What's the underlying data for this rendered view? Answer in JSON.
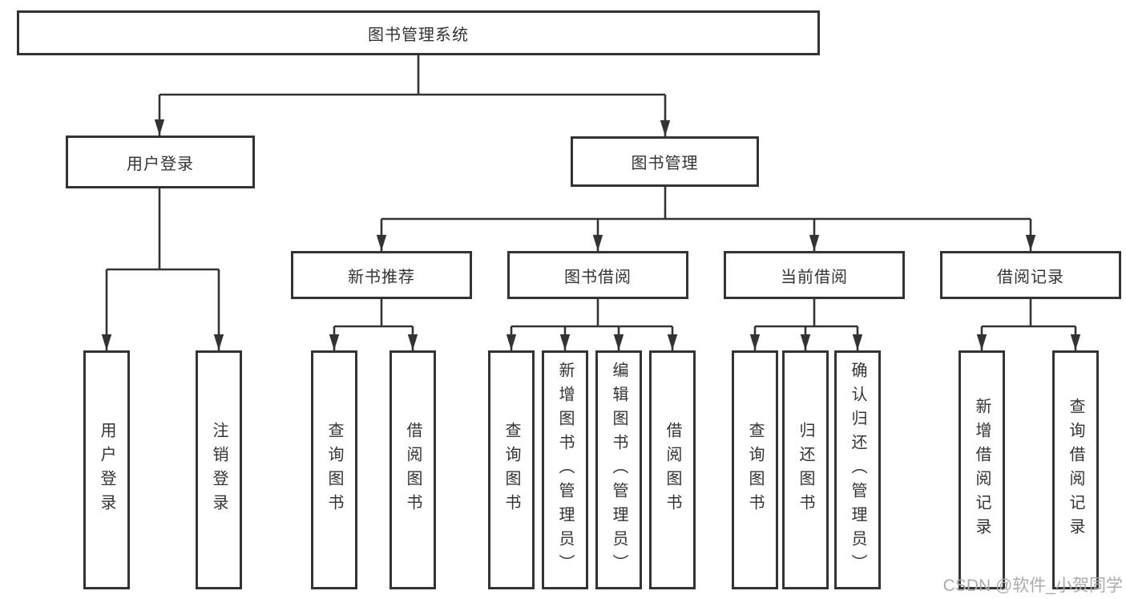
{
  "diagram": {
    "root": {
      "label": "图书管理系统"
    },
    "level2": {
      "user_login": {
        "label": "用户登录"
      },
      "book_management": {
        "label": "图书管理"
      }
    },
    "level3": {
      "new_books": {
        "label": "新书推荐"
      },
      "book_borrowing": {
        "label": "图书借阅"
      },
      "current_borrowing": {
        "label": "当前借阅"
      },
      "borrowing_records": {
        "label": "借阅记录"
      }
    },
    "leaves": {
      "user_login": [
        "用户登录",
        "注销登录"
      ],
      "new_books": [
        "查询图书",
        "借阅图书"
      ],
      "book_borrowing": [
        "查询图书",
        "新增图书（管理员）",
        "编辑图书（管理员）",
        "借阅图书"
      ],
      "current_borrowing": [
        "查询图书",
        "归还图书",
        "确认归还（管理员）"
      ],
      "borrowing_records": [
        "新增借阅记录",
        "查询借阅记录"
      ]
    },
    "colors": {
      "line": "#333333",
      "text": "#333333",
      "box_background": "#ffffff"
    }
  },
  "watermark": {
    "text": "CSDN @软件_小贺同学",
    "color": "#ababab"
  }
}
